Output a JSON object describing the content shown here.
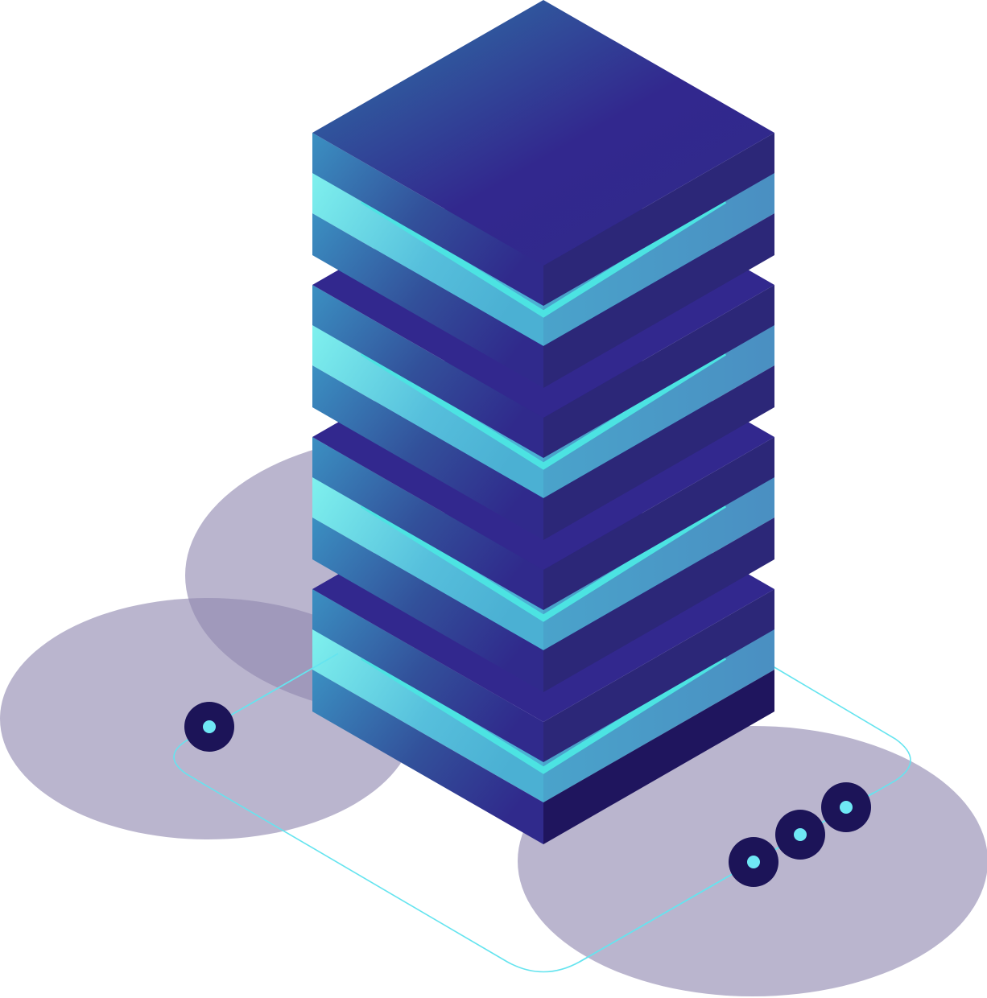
{
  "illustration": {
    "subject": "isometric-server-stack",
    "tiers": 4,
    "nodes_left": 1,
    "nodes_right": 3
  },
  "colors": {
    "background": "#ffffff",
    "shadow_ellipse": "#8f88b0",
    "top_face_light": "#2f77a6",
    "top_face_dark": "#32288e",
    "side_left_light": "#3a8ec0",
    "side_left_dark": "#302a8c",
    "side_right": "#2c2778",
    "side_right_bottom": "#1f155e",
    "glass_light": "#8cf7f2",
    "glass_mid": "#4bb0d3",
    "glass_edge": "#4ce3e2",
    "glass_right": "#4891c2",
    "connector_line": "#65e4ef",
    "node_outer": "#1c1458",
    "node_inner": "#6fe8f5"
  }
}
